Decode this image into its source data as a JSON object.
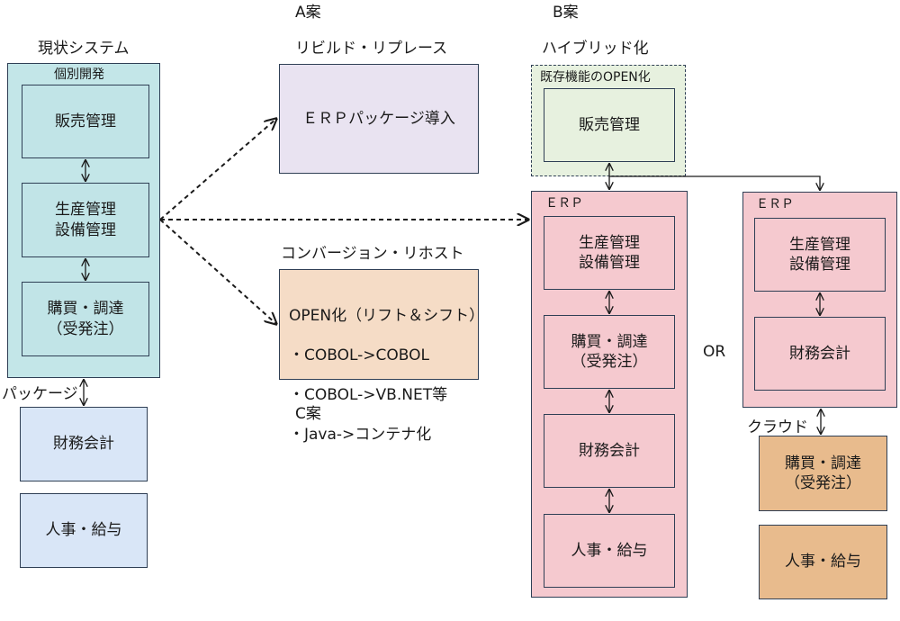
{
  "headers": {
    "plan_a": "A案",
    "plan_b": "B案",
    "plan_c": "C案",
    "current_system": "現状システム",
    "rebuild": "リビルド・リプレース",
    "hybrid": "ハイブリッド化",
    "conversion": "コンバージョン・リホスト",
    "package": "パッケージ",
    "cloud": "クラウド",
    "or": "OR"
  },
  "current": {
    "container_label": "個別開発",
    "sales": "販売管理",
    "production": "生産管理\n設備管理",
    "purchasing": "購買・調達\n（受発注）",
    "finance": "財務会計",
    "hr": "人事・給与"
  },
  "plan_a": {
    "erp_package": "ＥＲＰパッケージ導入"
  },
  "plan_c": {
    "open_title": "OPEN化（リフト＆シフト）",
    "items": [
      "・COBOL->COBOL",
      "・COBOL->VB.NET等",
      "・Java->コンテナ化"
    ]
  },
  "plan_b": {
    "open_container_label": "既存機能のOPEN化",
    "sales": "販売管理",
    "erp1": {
      "label": "ＥＲＰ",
      "production": "生産管理\n設備管理",
      "purchasing": "購買・調達\n（受発注）",
      "finance": "財務会計",
      "hr": "人事・給与"
    },
    "erp2": {
      "label": "ＥＲＰ",
      "production": "生産管理\n設備管理",
      "finance": "財務会計"
    },
    "cloud_purchasing": "購買・調達\n（受発注）",
    "cloud_hr": "人事・給与"
  },
  "colors": {
    "teal": "#c3e6e8",
    "lavender": "#e9e3f1",
    "peach": "#f5dcc6",
    "green": "#e7f1df",
    "pink": "#f5c9cf",
    "blue": "#d9e6f7",
    "tan": "#e8bb8d"
  }
}
